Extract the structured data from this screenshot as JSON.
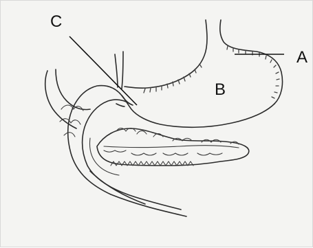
{
  "labels": {
    "a": "A",
    "b": "B",
    "c": "C"
  },
  "colors": {
    "background": "#f4f4f2",
    "ink": "#2b2b2b"
  }
}
